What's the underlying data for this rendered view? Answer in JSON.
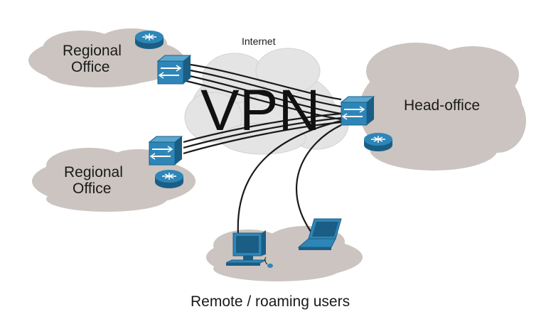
{
  "labels": {
    "internet": "Internet",
    "vpn": "VPN",
    "regional_office_top": [
      "Regional",
      "Office"
    ],
    "regional_office_bottom": [
      "Regional",
      "Office"
    ],
    "head_office": "Head-office",
    "remote_users": "Remote / roaming users"
  },
  "colors": {
    "cloud_gray": "#cbc4c0",
    "internet_cloud": "#e4e4e4",
    "device_blue": "#2e86b8",
    "device_dark": "#1a5e85",
    "line": "#1a1a1a"
  },
  "icons": [
    "router-icon",
    "firewall-icon",
    "desktop-computer-icon",
    "laptop-icon"
  ]
}
